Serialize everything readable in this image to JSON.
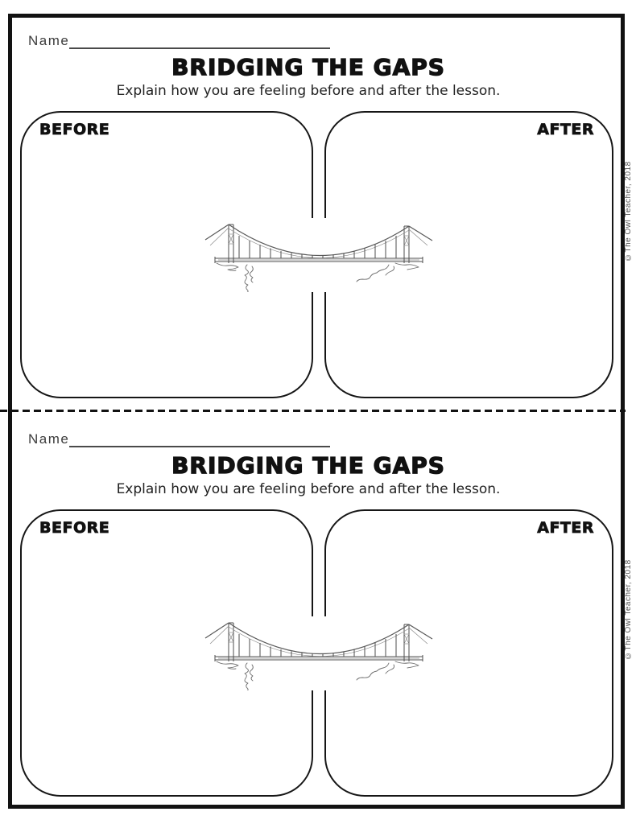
{
  "worksheet": {
    "name_label": "Name",
    "title": "BRIDGING THE GAPS",
    "subtitle": "Explain how you are feeling before and after the lesson.",
    "before_label": "BEFORE",
    "after_label": "AFTER",
    "copyright": "©The Owl Teacher, 2018"
  },
  "colors": {
    "ink": "#121212",
    "pencil_gray": "#4d4d4d",
    "copyright_gray": "#555555"
  }
}
